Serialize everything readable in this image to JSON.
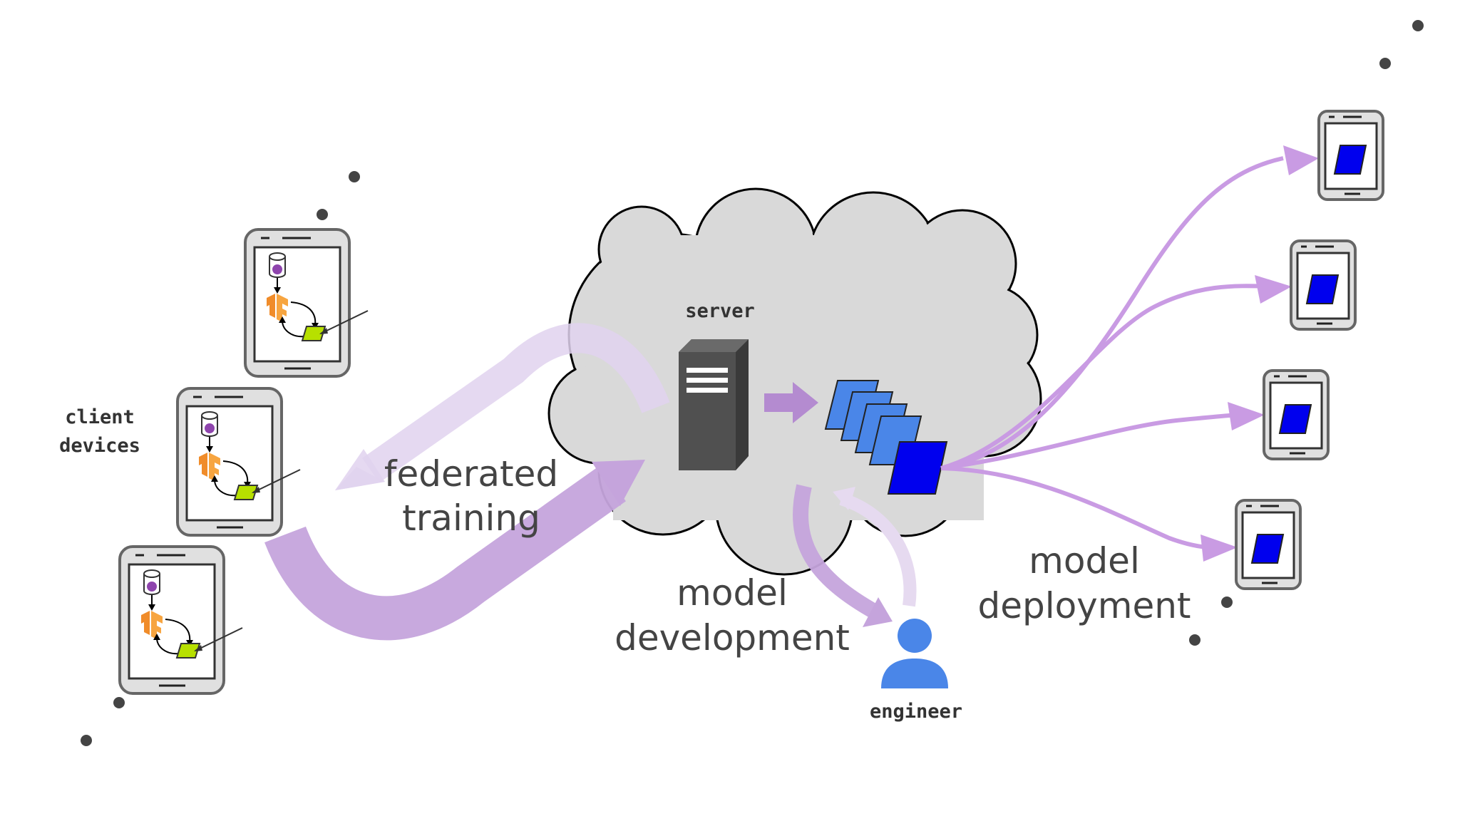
{
  "labels": {
    "client_devices_line1": "client",
    "client_devices_line2": "devices",
    "server": "server",
    "federated_line1": "federated",
    "federated_line2": "training",
    "model_dev_line1": "model",
    "model_dev_line2": "development",
    "model_dep_line1": "model",
    "model_dep_line2": "deployment",
    "engineer": "engineer"
  },
  "colors": {
    "arrow_purple": "#c5a4dc",
    "arrow_purple_light": "#e6daf0",
    "deploy_arrow": "#c99be3",
    "cloud_fill": "#d9d9d9",
    "model_blue": "#0000ee",
    "model_stack_blue": "#4a86e8",
    "engineer_blue": "#4a86e8",
    "tf_orange": "#f08c2a",
    "green_model": "#b7e000",
    "data_purple": "#8e44ad",
    "phone_gray": "#777777",
    "text_dark": "#444444",
    "dot": "#444444"
  },
  "icons": {
    "server": "server-rack-icon",
    "engineer": "person-icon",
    "model": "model-parallelogram-icon",
    "tensorflow": "tensorflow-logo-icon",
    "database": "database-icon"
  }
}
